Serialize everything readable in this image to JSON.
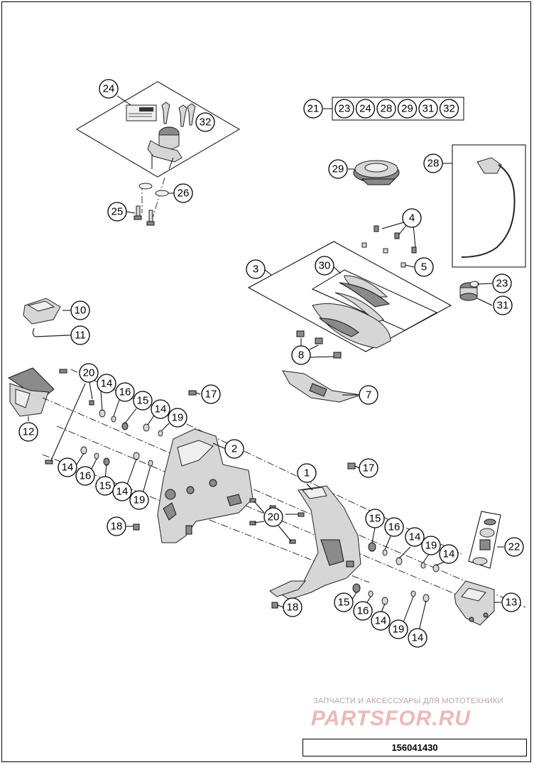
{
  "drawing_number": "156041430",
  "watermark": {
    "tagline": "ЗАПЧАСТИ И АКСЕССУАРЫ ДЛЯ МОТОТЕХНИКИ",
    "logo_text": "PARTSFOR.RU"
  },
  "kit_group": {
    "label": "21",
    "members": [
      "23",
      "24",
      "28",
      "29",
      "31",
      "32"
    ]
  },
  "callouts": [
    {
      "label": "24"
    },
    {
      "label": "32"
    },
    {
      "label": "26"
    },
    {
      "label": "25"
    },
    {
      "label": "29"
    },
    {
      "label": "28"
    },
    {
      "label": "4"
    },
    {
      "label": "5"
    },
    {
      "label": "3"
    },
    {
      "label": "30"
    },
    {
      "label": "23"
    },
    {
      "label": "31"
    },
    {
      "label": "10"
    },
    {
      "label": "11"
    },
    {
      "label": "8"
    },
    {
      "label": "20"
    },
    {
      "label": "14"
    },
    {
      "label": "16"
    },
    {
      "label": "15"
    },
    {
      "label": "14"
    },
    {
      "label": "19"
    },
    {
      "label": "17"
    },
    {
      "label": "7"
    },
    {
      "label": "12"
    },
    {
      "label": "2"
    },
    {
      "label": "14"
    },
    {
      "label": "16"
    },
    {
      "label": "15"
    },
    {
      "label": "14"
    },
    {
      "label": "19"
    },
    {
      "label": "1"
    },
    {
      "label": "17"
    },
    {
      "label": "20"
    },
    {
      "label": "18"
    },
    {
      "label": "15"
    },
    {
      "label": "16"
    },
    {
      "label": "14"
    },
    {
      "label": "19"
    },
    {
      "label": "14"
    },
    {
      "label": "22"
    },
    {
      "label": "15"
    },
    {
      "label": "16"
    },
    {
      "label": "14"
    },
    {
      "label": "19"
    },
    {
      "label": "14"
    },
    {
      "label": "13"
    },
    {
      "label": "18"
    }
  ]
}
